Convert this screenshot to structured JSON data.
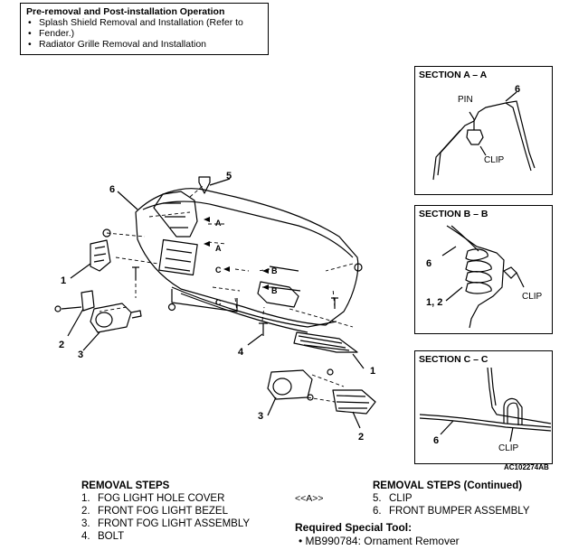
{
  "pre_op": {
    "title": "Pre-removal and Post-installation Operation",
    "items": [
      "Splash Shield Removal and Installation (Refer to",
      "Fender.)",
      "Radiator Grille Removal and Installation"
    ]
  },
  "sections": {
    "aa": {
      "title": "SECTION A – A",
      "pin": "PIN",
      "num6": "6",
      "clip": "CLIP"
    },
    "bb": {
      "title": "SECTION B – B",
      "num6": "6",
      "num12": "1, 2",
      "clip": "CLIP"
    },
    "cc": {
      "title": "SECTION C – C",
      "num6": "6",
      "clip": "CLIP"
    }
  },
  "callouts": {
    "n5": "5",
    "n6": "6",
    "n1a": "1",
    "n2a": "2",
    "n3a": "3",
    "n4": "4",
    "n1b": "1",
    "n3b": "3",
    "n2b": "2",
    "a1": "A",
    "a2": "A",
    "b1": "B",
    "b2": "B",
    "c1": "C",
    "c2": "C"
  },
  "diagram_code": "AC102274AB",
  "removal_steps": {
    "title": "REMOVAL STEPS",
    "items": [
      {
        "num": "1.",
        "label": "FOG LIGHT HOLE COVER"
      },
      {
        "num": "2.",
        "label": "FRONT FOG LIGHT BEZEL"
      },
      {
        "num": "3.",
        "label": "FRONT FOG LIGHT ASSEMBLY"
      },
      {
        "num": "4.",
        "label": "BOLT"
      }
    ]
  },
  "removal_steps_cont": {
    "title": "REMOVAL STEPS (Continued)",
    "ref": "<<A>>",
    "items": [
      {
        "num": "5.",
        "label": "CLIP"
      },
      {
        "num": "6.",
        "label": "FRONT BUMPER ASSEMBLY"
      }
    ]
  },
  "special_tool": {
    "title": "Required Special Tool:",
    "item": "MB990784: Ornament Remover"
  }
}
